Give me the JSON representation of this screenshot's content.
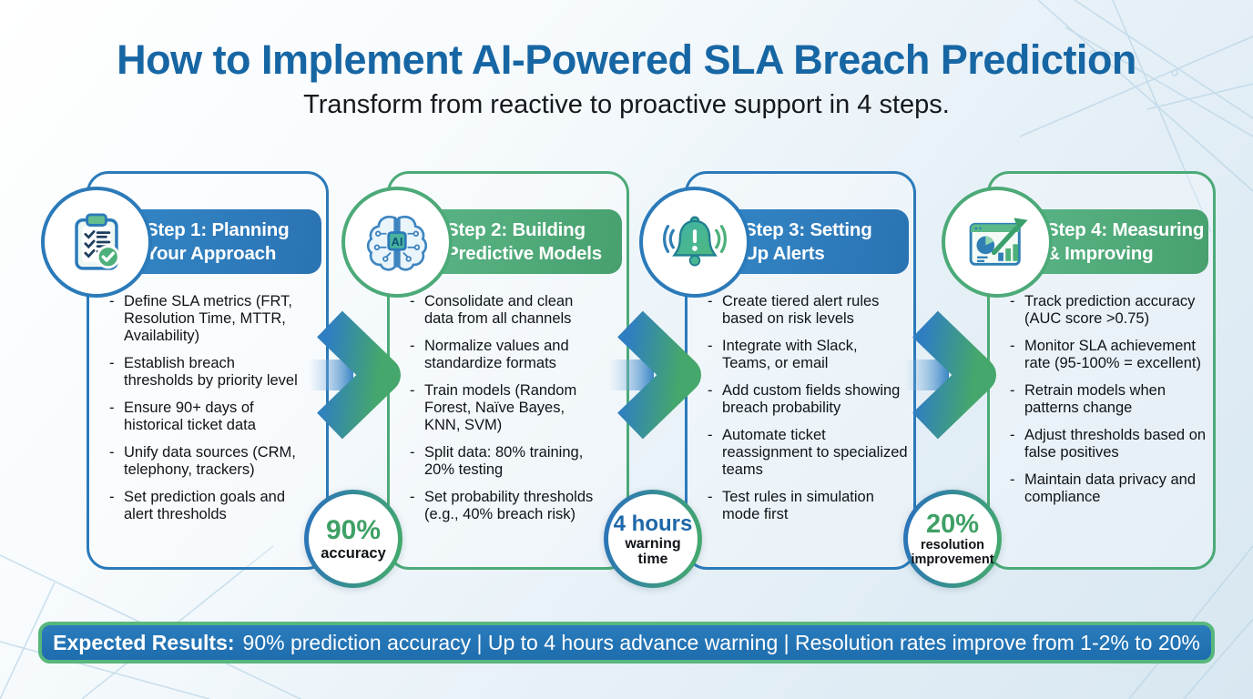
{
  "header": {
    "title": "How to Implement AI-Powered SLA Breach Prediction",
    "subtitle": "Transform from reactive to proactive support in 4 steps."
  },
  "steps": [
    {
      "accent": "blue",
      "icon": "clipboard-checklist-icon",
      "title_line1": "Step 1: Planning",
      "title_line2": "Your Approach",
      "bullets": [
        "Define SLA metrics (FRT, Resolution Time, MTTR, Availability)",
        "Establish breach thresholds by priority level",
        "Ensure 90+ days of historical ticket data",
        "Unify data sources (CRM, telephony, trackers)",
        "Set prediction goals and alert thresholds"
      ]
    },
    {
      "accent": "green",
      "icon": "ai-brain-icon",
      "title_line1": "Step 2: Building",
      "title_line2": "Predictive Models",
      "bullets": [
        "Consolidate and clean data from all channels",
        "Normalize values and standardize formats",
        "Train models (Random Forest, Naïve Bayes, KNN, SVM)",
        "Split data: 80% training, 20% testing",
        "Set probability thresholds (e.g., 40% breach risk)"
      ]
    },
    {
      "accent": "blue",
      "icon": "alert-bell-icon",
      "title_line1": "Step 3: Setting",
      "title_line2": "Up Alerts",
      "bullets": [
        "Create tiered alert rules based on risk levels",
        "Integrate with Slack, Teams, or email",
        "Add custom fields showing breach probability",
        "Automate ticket reassignment to specialized teams",
        "Test rules in simulation mode first"
      ]
    },
    {
      "accent": "green",
      "icon": "analytics-dashboard-icon",
      "title_line1": "Step 4: Measuring",
      "title_line2": "& Improving",
      "bullets": [
        "Track prediction accuracy (AUC score >0.75)",
        "Monitor SLA achievement rate (95-100% = excellent)",
        "Retrain models when patterns change",
        "Adjust thresholds based on false positives",
        "Maintain data privacy and compliance"
      ]
    }
  ],
  "badges": [
    {
      "value": "90%",
      "label": "accuracy"
    },
    {
      "value": "4 hours",
      "label": "warning time"
    },
    {
      "value": "20%",
      "label": "resolution improvement"
    }
  ],
  "banner": {
    "lead": "Expected Results:",
    "text": "90% prediction accuracy | Up to 4 hours advance warning | Resolution rates improve from 1-2% to 20%"
  },
  "colors": {
    "title_blue": "#1766a4",
    "card_blue": "#2b7ab9",
    "card_green": "#4caa78",
    "badge_green_text": "#3fa065",
    "badge_blue_text": "#1d67a8",
    "banner_fill": "#2274b5",
    "banner_border": "#57b77c"
  }
}
